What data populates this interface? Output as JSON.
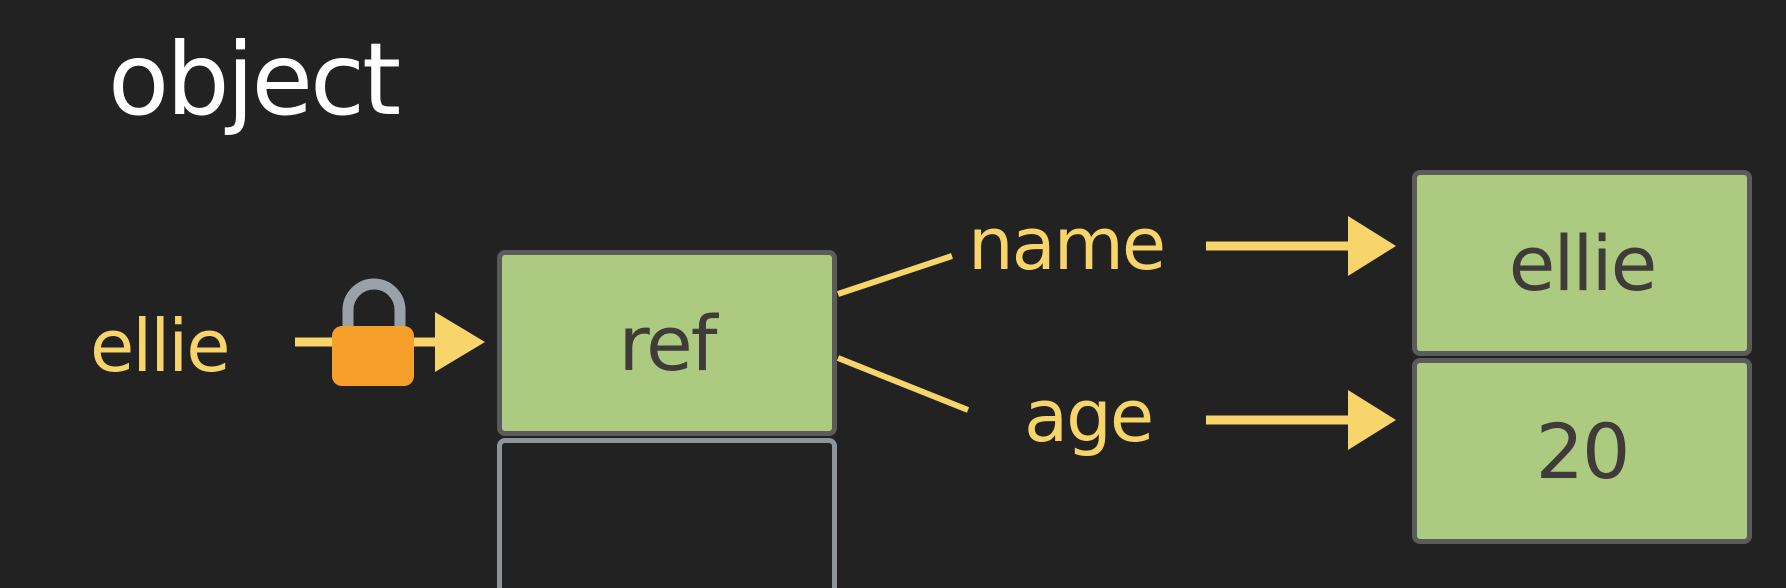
{
  "title": "object",
  "variable": {
    "name": "ellie"
  },
  "reference_box": {
    "label": "ref"
  },
  "properties": [
    {
      "key": "name",
      "value": "ellie"
    },
    {
      "key": "age",
      "value": "20"
    }
  ],
  "icons": {
    "lock": "lock-icon"
  },
  "colors": {
    "background": "#222222",
    "accent": "#f8d56b",
    "box_fill": "#adcb80",
    "lock_body": "#f6a02b",
    "lock_shackle": "#9aa1a8"
  }
}
